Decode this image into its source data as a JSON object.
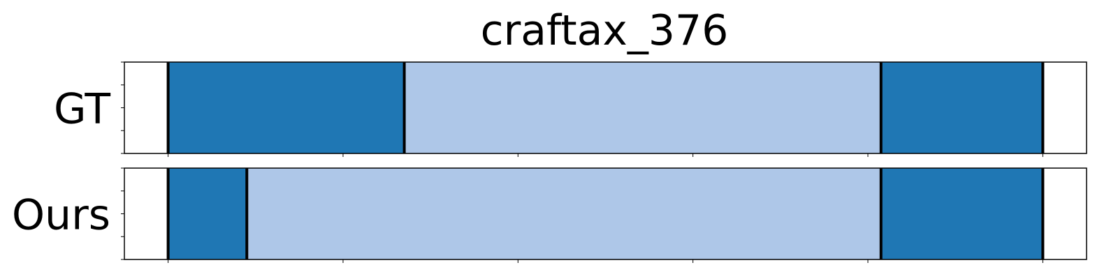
{
  "chart_data": {
    "type": "timeline",
    "title": "craftax_376",
    "xlim": [
      -10,
      210
    ],
    "rows": [
      {
        "label": "GT",
        "segments": [
          {
            "start": 0,
            "end": 54,
            "color": "#1f77b4"
          },
          {
            "start": 54,
            "end": 163,
            "color": "#aec7e8"
          },
          {
            "start": 163,
            "end": 200,
            "color": "#1f77b4"
          }
        ],
        "boundaries": [
          0,
          54,
          163,
          200
        ]
      },
      {
        "label": "Ours",
        "segments": [
          {
            "start": 0,
            "end": 18,
            "color": "#1f77b4"
          },
          {
            "start": 18,
            "end": 163,
            "color": "#aec7e8"
          },
          {
            "start": 163,
            "end": 200,
            "color": "#1f77b4"
          }
        ],
        "boundaries": [
          0,
          18,
          163,
          200
        ]
      }
    ],
    "x_ticks": [
      0,
      40,
      80,
      120,
      160,
      200
    ],
    "y_ticks": [
      0,
      0.25,
      0.5,
      0.75,
      1.0
    ],
    "tick_labels_visible": false
  },
  "colors": {
    "dark_blue": "#1f77b4",
    "light_blue": "#aec7e8",
    "boundary": "#000000"
  }
}
